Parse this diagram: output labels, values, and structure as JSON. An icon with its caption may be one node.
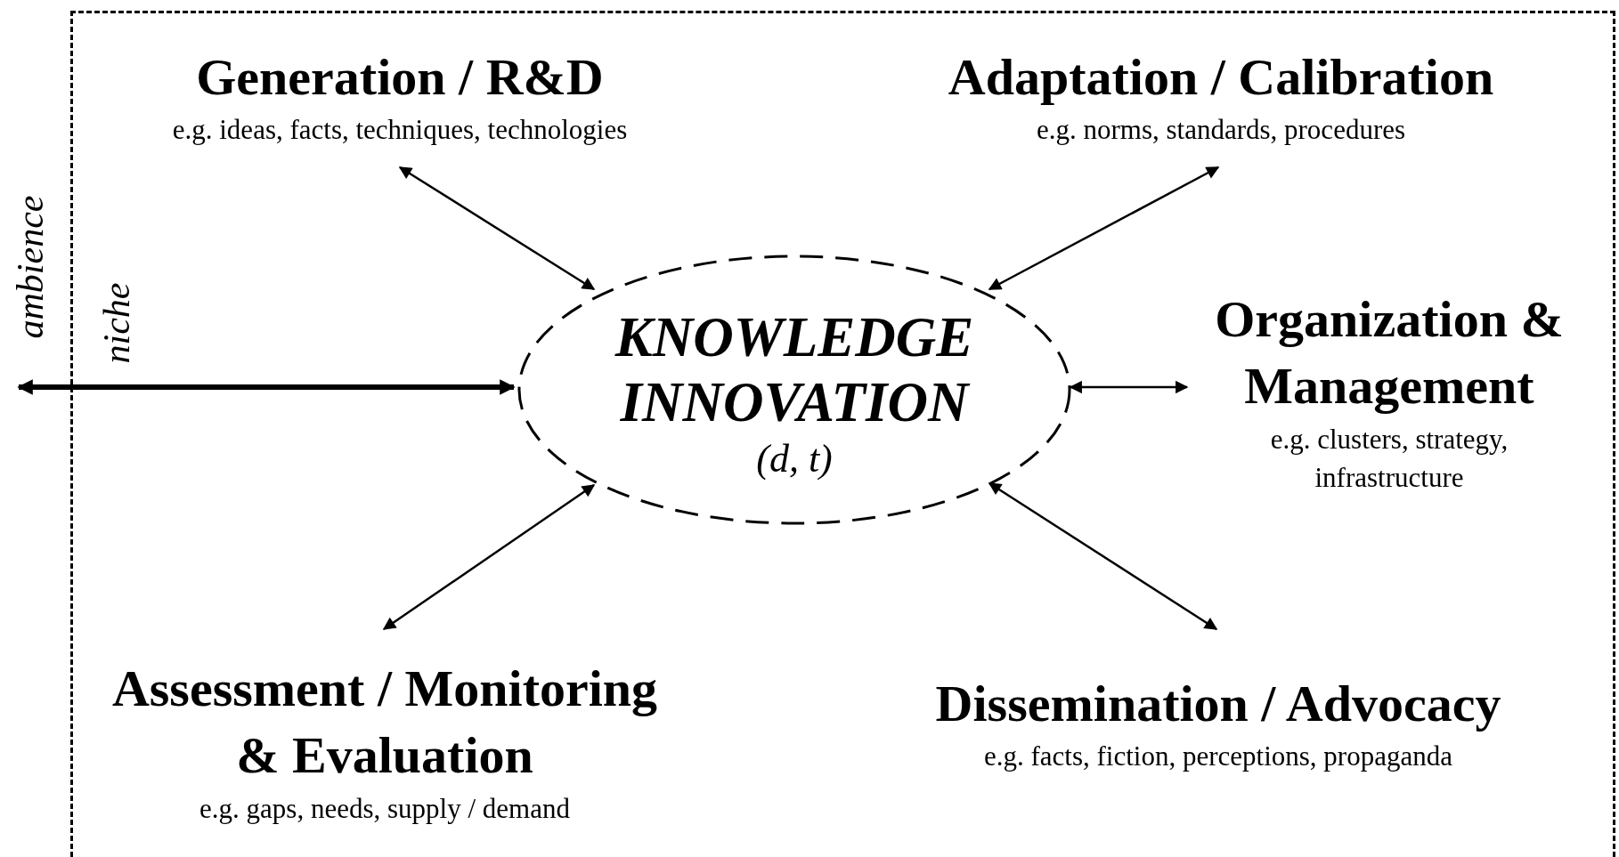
{
  "diagram": {
    "nodes": [
      {
        "text": [
          "niche"
        ]
      },
      {
        "text": [
          "KNOWLEDGE INNOVATION",
          "(d, t)"
        ],
        "in": 0
      },
      {
        "text": [
          "Generation / R&D",
          "e.g. ideas, facts, techniques, technologies"
        ],
        "in": 0
      },
      {
        "text": [
          "Adaptation / Calibration",
          "e.g. norms, standards, procedures"
        ],
        "in": 0
      },
      {
        "text": [
          "Organization & Management",
          "e.g. clusters, strategy, infrastructure"
        ],
        "in": 0
      },
      {
        "text": [
          "Assessment / Monitoring & Evaluation",
          "e.g. gaps, needs, supply / demand"
        ],
        "in": 0
      },
      {
        "text": [
          "Dissemination / Advocacy",
          "e.g. facts, fiction, perceptions, propaganda"
        ],
        "in": 0
      }
    ],
    "edges": [
      {
        "from": 1,
        "to": 2,
        "arrow": "both"
      },
      {
        "from": 1,
        "to": 3,
        "arrow": "both"
      },
      {
        "from": 1,
        "to": null,
        "arrow": "both",
        "style": "thick"
      },
      {
        "from": 1,
        "to": 4,
        "arrow": "both"
      },
      {
        "from": 1,
        "to": 5,
        "arrow": "both"
      },
      {
        "from": 1,
        "to": 6,
        "arrow": "both"
      }
    ],
    "labels": [
      "ambience"
    ]
  }
}
